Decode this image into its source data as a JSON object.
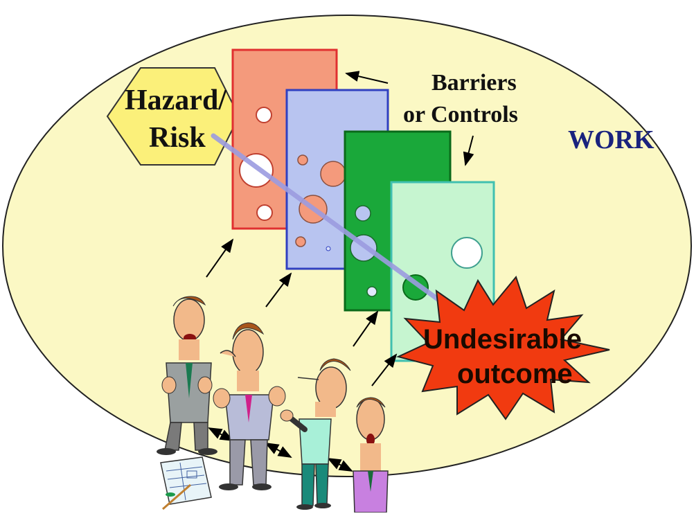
{
  "diagram": {
    "hazard_label_line1": "Hazard/",
    "hazard_label_line2": "Risk",
    "barriers_label_line1": "Barriers",
    "barriers_label_line2": "or Controls",
    "context_label": "WORK",
    "outcome_label_line1": "Undesirable",
    "outcome_label_line2": "outcome",
    "colors": {
      "work_ellipse": "#fbf8c4",
      "hazard_hexagon": "#fbf07a",
      "barrier_1": "#f49a7c",
      "barrier_2": "#b8c4f0",
      "barrier_3": "#1aa83a",
      "barrier_4": "#c6f5d0",
      "outcome_burst": "#f13a10",
      "trajectory_line": "#9c9ce0",
      "context_text": "#1a237e"
    },
    "icons": [
      "hexagon-hazard-icon",
      "starburst-outcome-icon",
      "people-figures-icon",
      "blueprint-plan-icon"
    ]
  }
}
